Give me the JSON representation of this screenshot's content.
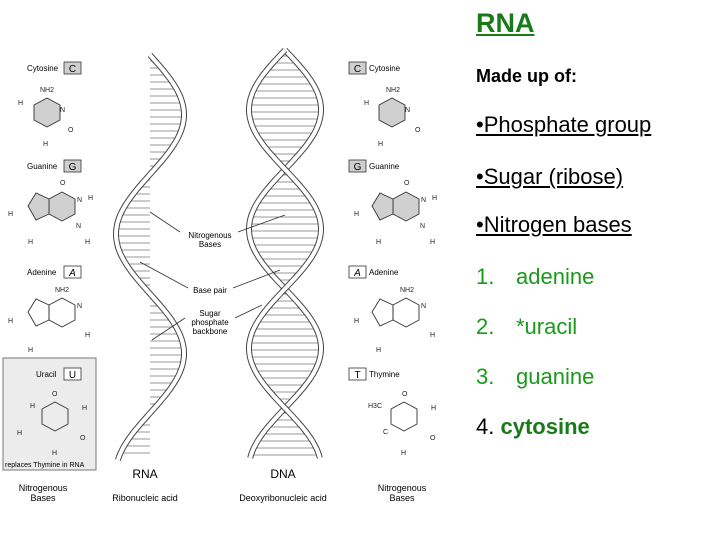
{
  "panel": {
    "title": "RNA",
    "made_up_of": "Made up of:",
    "bullets": [
      "•Phosphate group",
      "•Sugar (ribose)",
      "•Nitrogen bases"
    ],
    "list": [
      {
        "num": "1.",
        "text": "adenine"
      },
      {
        "num": "2.",
        "text": "*uracil"
      },
      {
        "num": "3.",
        "text": "guanine"
      },
      {
        "num": "4.",
        "text": "cytosine"
      }
    ]
  },
  "diagram": {
    "left_bases": [
      {
        "name": "Cytosine",
        "letter": "C"
      },
      {
        "name": "Guanine",
        "letter": "G"
      },
      {
        "name": "Adenine",
        "letter": "A"
      },
      {
        "name": "Uracil",
        "letter": "U"
      }
    ],
    "right_bases": [
      {
        "name": "Cytosine",
        "letter": "C"
      },
      {
        "name": "Guanine",
        "letter": "G"
      },
      {
        "name": "Adenine",
        "letter": "A"
      },
      {
        "name": "Thymine",
        "letter": "T"
      }
    ],
    "replaces_note": "replaces Thymine in RNA",
    "callouts": {
      "nitrogenous": [
        "Nitrogenous",
        "Bases"
      ],
      "base_pair": "Base pair",
      "backbone": [
        "Sugar",
        "phosphate",
        "backbone"
      ]
    },
    "bottom": {
      "left_bases_label": [
        "Nitrogenous",
        "Bases"
      ],
      "rna": "RNA",
      "rna_sub": "Ribonucleic acid",
      "dna": "DNA",
      "dna_sub": "Deoxyribonucleic acid",
      "right_bases_label": [
        "Nitrogenous",
        "Bases"
      ]
    },
    "atoms": {
      "h": "H",
      "n": "N",
      "o": "O",
      "c": "C",
      "nh2": "NH2",
      "h3c": "H3C"
    }
  }
}
